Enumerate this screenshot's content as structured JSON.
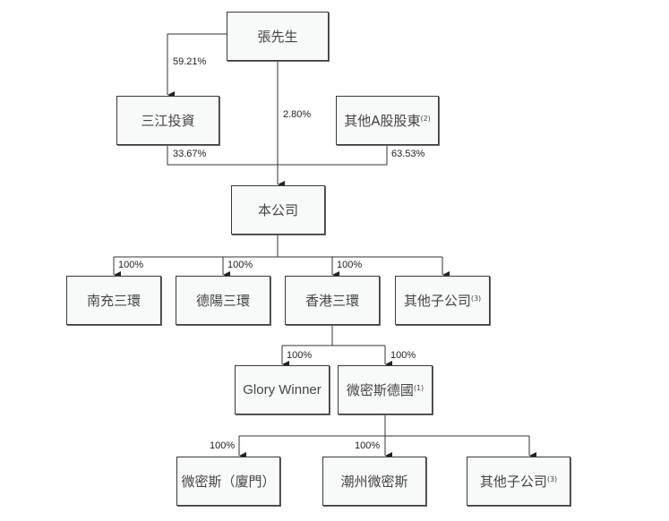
{
  "colors": {
    "line": "#333333",
    "box_fill": "#f8f9f9",
    "text": "#444444"
  },
  "nodes": {
    "mr_zhang": {
      "label": "張先生"
    },
    "sanjiang": {
      "label": "三江投資"
    },
    "other_a": {
      "label": "其他A股股東",
      "note": "(2)"
    },
    "company": {
      "label": "本公司"
    },
    "nanchong": {
      "label": "南充三環"
    },
    "deyang": {
      "label": "德陽三環"
    },
    "hk": {
      "label": "香港三環"
    },
    "other_sub1": {
      "label": "其他子公司",
      "note": "(3)"
    },
    "glory": {
      "label": "Glory Winner"
    },
    "germany": {
      "label": "微密斯德國",
      "note": "(1)"
    },
    "xiamen": {
      "label": "微密斯（廈門）"
    },
    "chaozhou": {
      "label": "潮州微密斯"
    },
    "other_sub2": {
      "label": "其他子公司",
      "note": "(3)"
    }
  },
  "edges": {
    "zhang_sanjiang": "59.21%",
    "zhang_company": "2.80%",
    "sanjiang_company": "33.67%",
    "othera_company": "63.53%",
    "company_nanchong": "100%",
    "company_deyang": "100%",
    "company_hk": "100%",
    "hk_glory": "100%",
    "hk_germany": "100%",
    "germany_xiamen": "100%",
    "germany_chaozhou": "100%"
  }
}
